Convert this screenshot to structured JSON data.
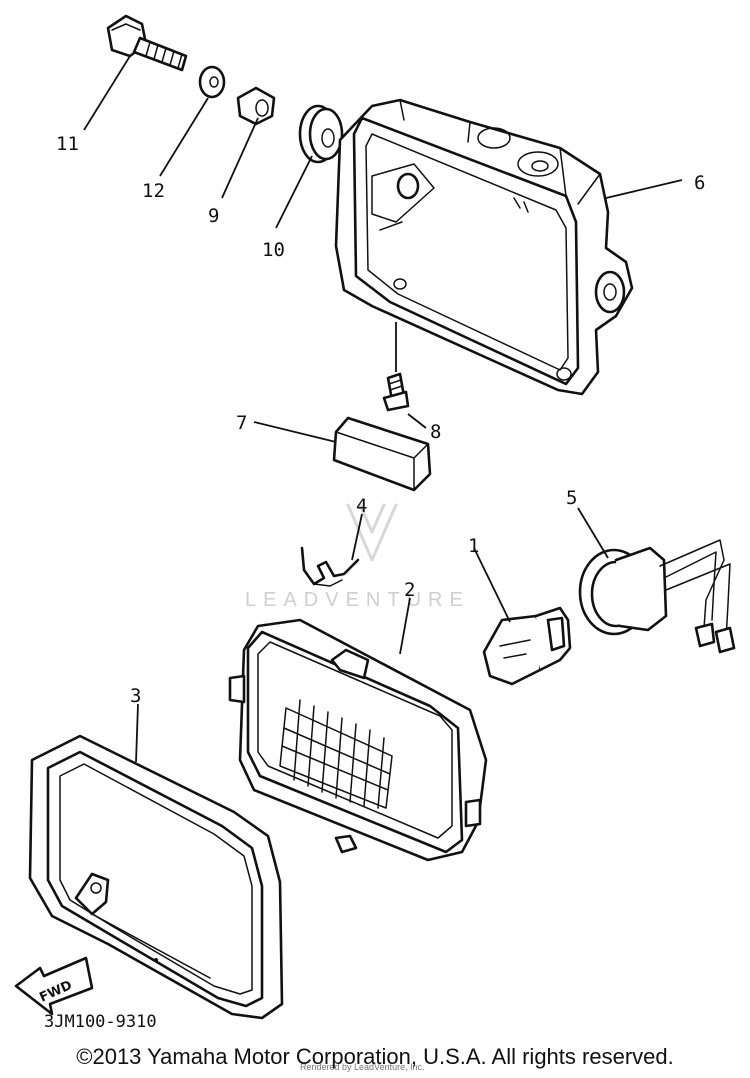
{
  "callouts": {
    "c1": "1",
    "c2": "2",
    "c3": "3",
    "c4": "4",
    "c5": "5",
    "c6": "6",
    "c7": "7",
    "c8": "8",
    "c9": "9",
    "c10": "10",
    "c11": "11",
    "c12": "12"
  },
  "diagram_code": "3JM100-9310",
  "fwd_label": "FWD",
  "watermark_text": "LEADVENTURE",
  "rendered_by": "Rendered by LeadVenture, Inc.",
  "copyright": "©2013 Yamaha Motor Corporation, U.S.A. All rights reserved."
}
